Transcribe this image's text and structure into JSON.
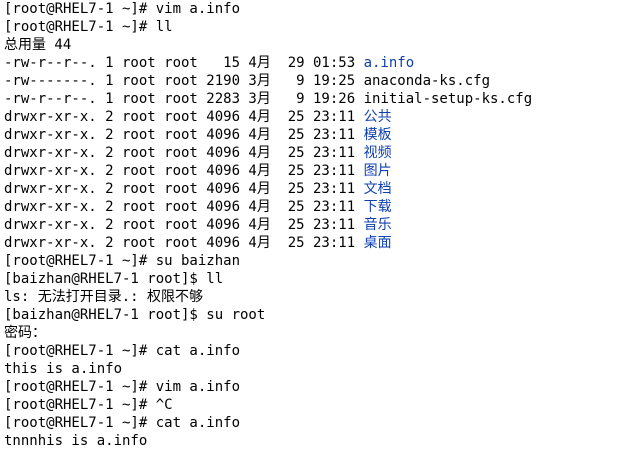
{
  "terminal": {
    "lines": [
      "[root@RHEL7-1 ~]# vim a.info",
      "[root@RHEL7-1 ~]# ll",
      "总用量 44",
      "-rw-r--r--. 1 root root   15 4月  29 01:53 ",
      "-rw-------. 1 root root 2190 3月   9 19:25 anaconda-ks.cfg",
      "-rw-r--r--. 1 root root 2283 3月   9 19:26 initial-setup-ks.cfg",
      "drwxr-xr-x. 2 root root 4096 4月  25 23:11 ",
      "drwxr-xr-x. 2 root root 4096 4月  25 23:11 ",
      "drwxr-xr-x. 2 root root 4096 4月  25 23:11 ",
      "drwxr-xr-x. 2 root root 4096 4月  25 23:11 ",
      "drwxr-xr-x. 2 root root 4096 4月  25 23:11 ",
      "drwxr-xr-x. 2 root root 4096 4月  25 23:11 ",
      "drwxr-xr-x. 2 root root 4096 4月  25 23:11 ",
      "drwxr-xr-x. 2 root root 4096 4月  25 23:11 ",
      "[root@RHEL7-1 ~]# su baizhan",
      "[baizhan@RHEL7-1 root]$ ll",
      "ls: 无法打开目录.: 权限不够",
      "[baizhan@RHEL7-1 root]$ su root",
      "密码：",
      "[root@RHEL7-1 ~]# cat a.info",
      "this is a.info",
      "[root@RHEL7-1 ~]# vim a.info",
      "[root@RHEL7-1 ~]# ^C",
      "[root@RHEL7-1 ~]# cat a.info",
      "tnnnhis is a.info"
    ],
    "highlight": {
      "a_info": "a.info",
      "dir_gonggong": "公共",
      "dir_moban": "模板",
      "dir_shipin": "视频",
      "dir_tupian": "图片",
      "dir_wendang": "文档",
      "dir_xiazai": "下载",
      "dir_yinyue": "音乐",
      "dir_zhuomian": "桌面"
    },
    "colors": {
      "background": "#ffffff",
      "text": "#000000",
      "directory": "#0f3fb0"
    }
  }
}
